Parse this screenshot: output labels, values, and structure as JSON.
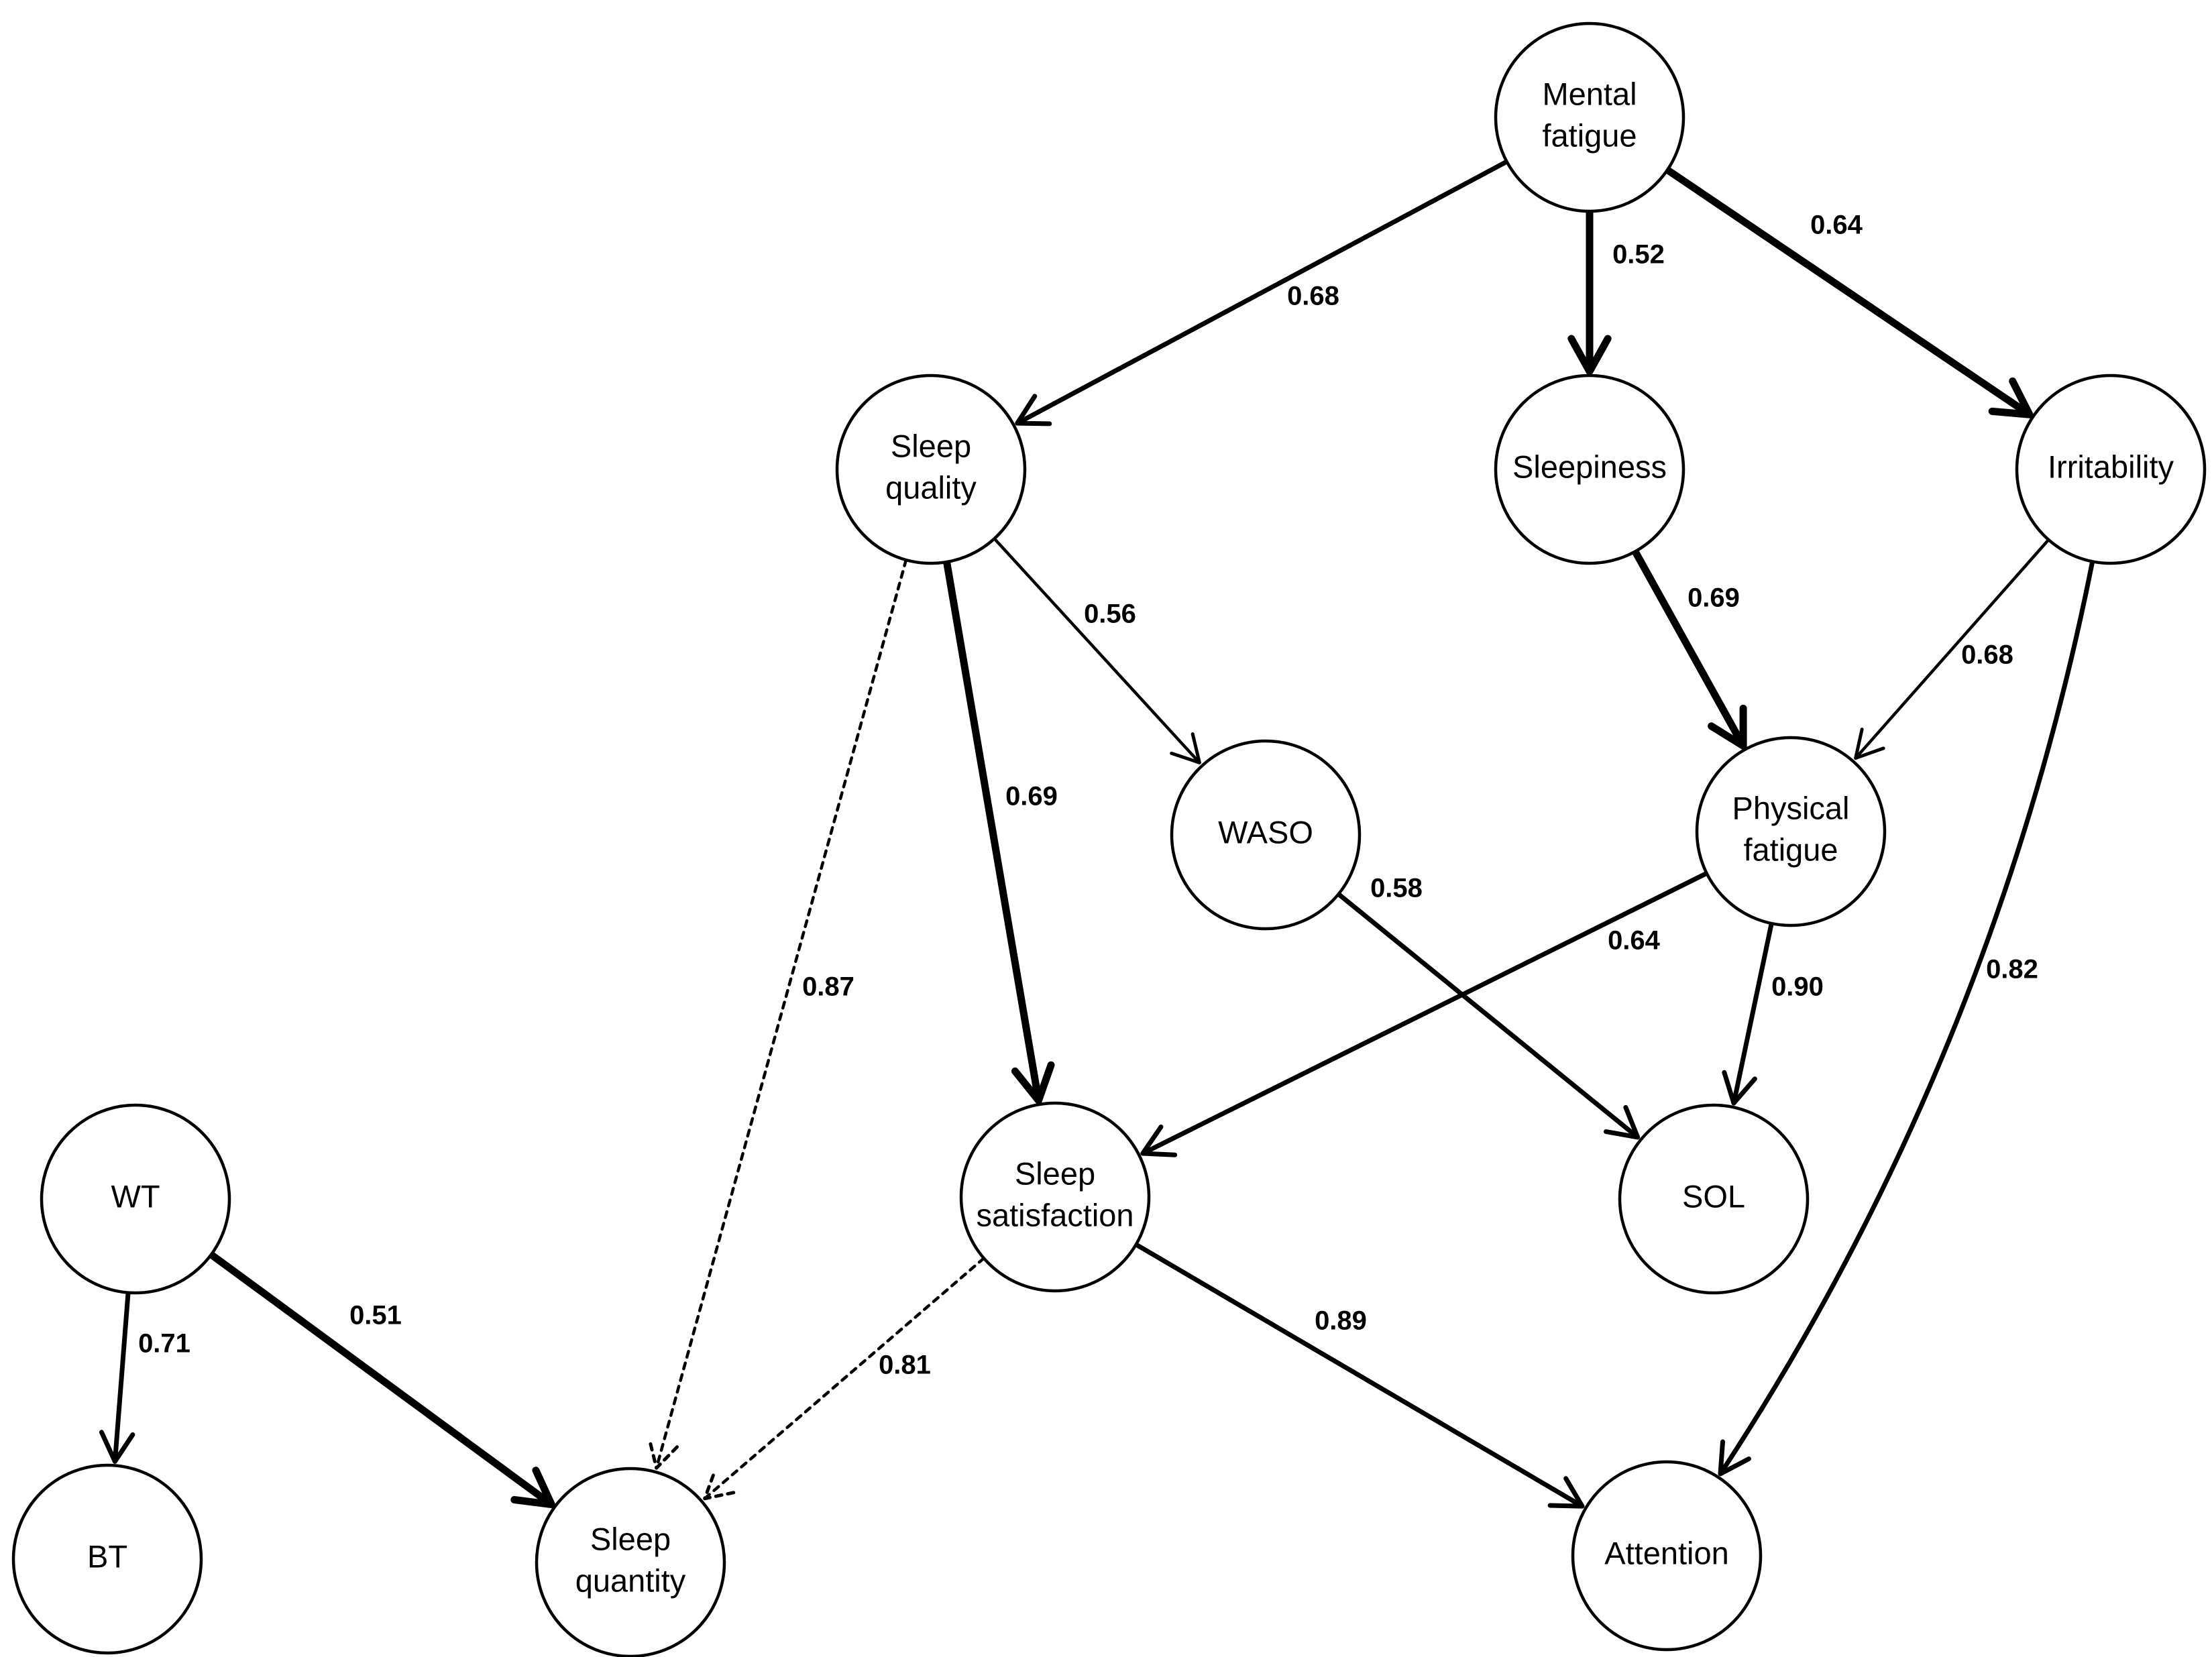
{
  "nodes": [
    {
      "id": "mental_fatigue",
      "lines": [
        "Mental",
        "fatigue"
      ]
    },
    {
      "id": "sleep_quality",
      "lines": [
        "Sleep",
        "quality"
      ]
    },
    {
      "id": "sleepiness",
      "lines": [
        "Sleepiness"
      ]
    },
    {
      "id": "irritability",
      "lines": [
        "Irritability"
      ]
    },
    {
      "id": "waso",
      "lines": [
        "WASO"
      ]
    },
    {
      "id": "physical_fatigue",
      "lines": [
        "Physical",
        "fatigue"
      ]
    },
    {
      "id": "wt",
      "lines": [
        "WT"
      ]
    },
    {
      "id": "sleep_satisfaction",
      "lines": [
        "Sleep",
        "satisfaction"
      ]
    },
    {
      "id": "sol",
      "lines": [
        "SOL"
      ]
    },
    {
      "id": "bt",
      "lines": [
        "BT"
      ]
    },
    {
      "id": "sleep_quantity",
      "lines": [
        "Sleep",
        "quantity"
      ]
    },
    {
      "id": "attention",
      "lines": [
        "Attention"
      ]
    }
  ],
  "edges": [
    {
      "from": "mental_fatigue",
      "to": "sleep_quality",
      "label": "0.68",
      "style": "solid",
      "weight": "medium"
    },
    {
      "from": "mental_fatigue",
      "to": "sleepiness",
      "label": "0.52",
      "style": "solid",
      "weight": "heavy"
    },
    {
      "from": "mental_fatigue",
      "to": "irritability",
      "label": "0.64",
      "style": "solid",
      "weight": "heavy"
    },
    {
      "from": "sleep_quality",
      "to": "waso",
      "label": "0.56",
      "style": "solid",
      "weight": "light"
    },
    {
      "from": "sleep_quality",
      "to": "sleep_satisfaction",
      "label": "0.69",
      "style": "solid",
      "weight": "heavy"
    },
    {
      "from": "sleep_quality",
      "to": "sleep_quantity",
      "label": "0.87",
      "style": "dashed",
      "weight": "light"
    },
    {
      "from": "sleepiness",
      "to": "physical_fatigue",
      "label": "0.69",
      "style": "solid",
      "weight": "heavy"
    },
    {
      "from": "irritability",
      "to": "physical_fatigue",
      "label": "0.68",
      "style": "solid",
      "weight": "light"
    },
    {
      "from": "irritability",
      "to": "attention",
      "label": "0.82",
      "style": "solid",
      "weight": "medium"
    },
    {
      "from": "physical_fatigue",
      "to": "sleep_satisfaction",
      "label": "0.64",
      "style": "solid",
      "weight": "medium"
    },
    {
      "from": "physical_fatigue",
      "to": "sol",
      "label": "0.90",
      "style": "solid",
      "weight": "medium"
    },
    {
      "from": "waso",
      "to": "sol",
      "label": "0.58",
      "style": "solid",
      "weight": "medium"
    },
    {
      "from": "sleep_satisfaction",
      "to": "attention",
      "label": "0.89",
      "style": "solid",
      "weight": "medium"
    },
    {
      "from": "sleep_satisfaction",
      "to": "sleep_quantity",
      "label": "0.81",
      "style": "dashed",
      "weight": "light"
    },
    {
      "from": "wt",
      "to": "bt",
      "label": "0.71",
      "style": "solid",
      "weight": "medium"
    },
    {
      "from": "wt",
      "to": "sleep_quantity",
      "label": "0.51",
      "style": "solid",
      "weight": "heavy"
    }
  ]
}
